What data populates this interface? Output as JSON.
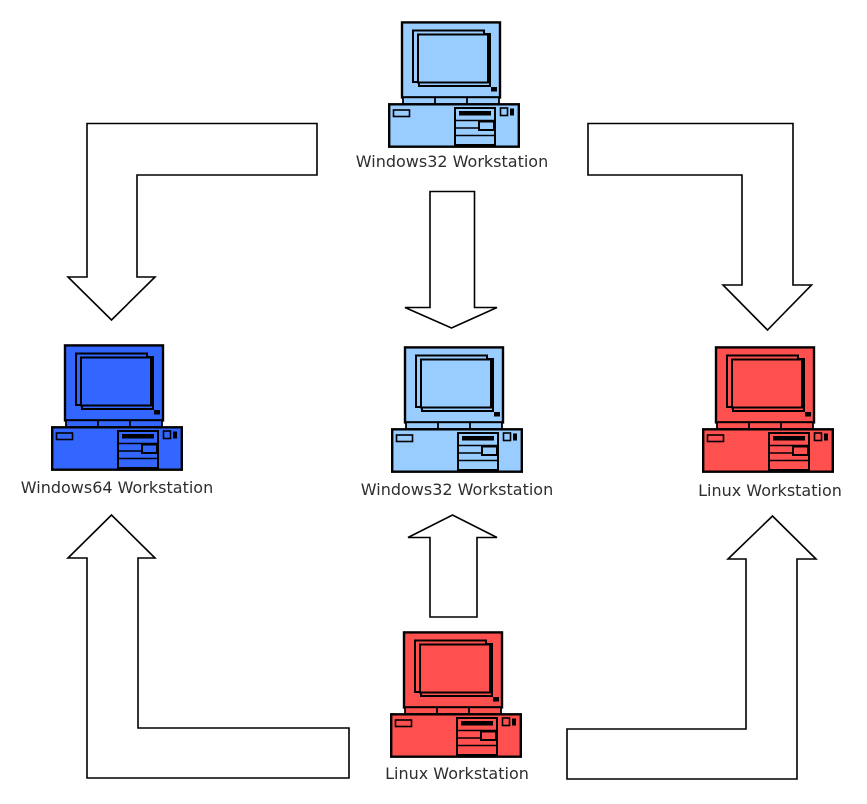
{
  "canvas": {
    "background": "#ffffff",
    "label_color": "#2e2e2e"
  },
  "diagram": {
    "arrow_fill": "#ffffff",
    "arrow_stroke": "#000000",
    "nodes": {
      "top": {
        "label": "Windows32 Workstation",
        "color": "#99ccff",
        "kind": "workstation"
      },
      "left": {
        "label": "Windows64 Workstation",
        "color": "#3366ff",
        "kind": "workstation"
      },
      "center": {
        "label": "Windows32 Workstation",
        "color": "#99ccff",
        "kind": "workstation"
      },
      "right": {
        "label": "Linux Workstation",
        "color": "#ff5050",
        "kind": "workstation"
      },
      "bottom": {
        "label": "Linux Workstation",
        "color": "#ff5050",
        "kind": "workstation"
      }
    },
    "edges": [
      {
        "from": "top-windows32",
        "to": "left-windows64",
        "shape": "elbow-block-arrow",
        "direction": "left-then-down"
      },
      {
        "from": "top-windows32",
        "to": "center-windows32",
        "shape": "straight-block-arrow",
        "direction": "down"
      },
      {
        "from": "top-windows32",
        "to": "right-linux",
        "shape": "elbow-block-arrow",
        "direction": "right-then-down"
      },
      {
        "from": "bottom-linux",
        "to": "left-windows64",
        "shape": "elbow-block-arrow",
        "direction": "left-then-up"
      },
      {
        "from": "bottom-linux",
        "to": "center-windows32",
        "shape": "straight-block-arrow",
        "direction": "up"
      },
      {
        "from": "bottom-linux",
        "to": "right-linux",
        "shape": "elbow-block-arrow",
        "direction": "right-then-up"
      }
    ]
  }
}
